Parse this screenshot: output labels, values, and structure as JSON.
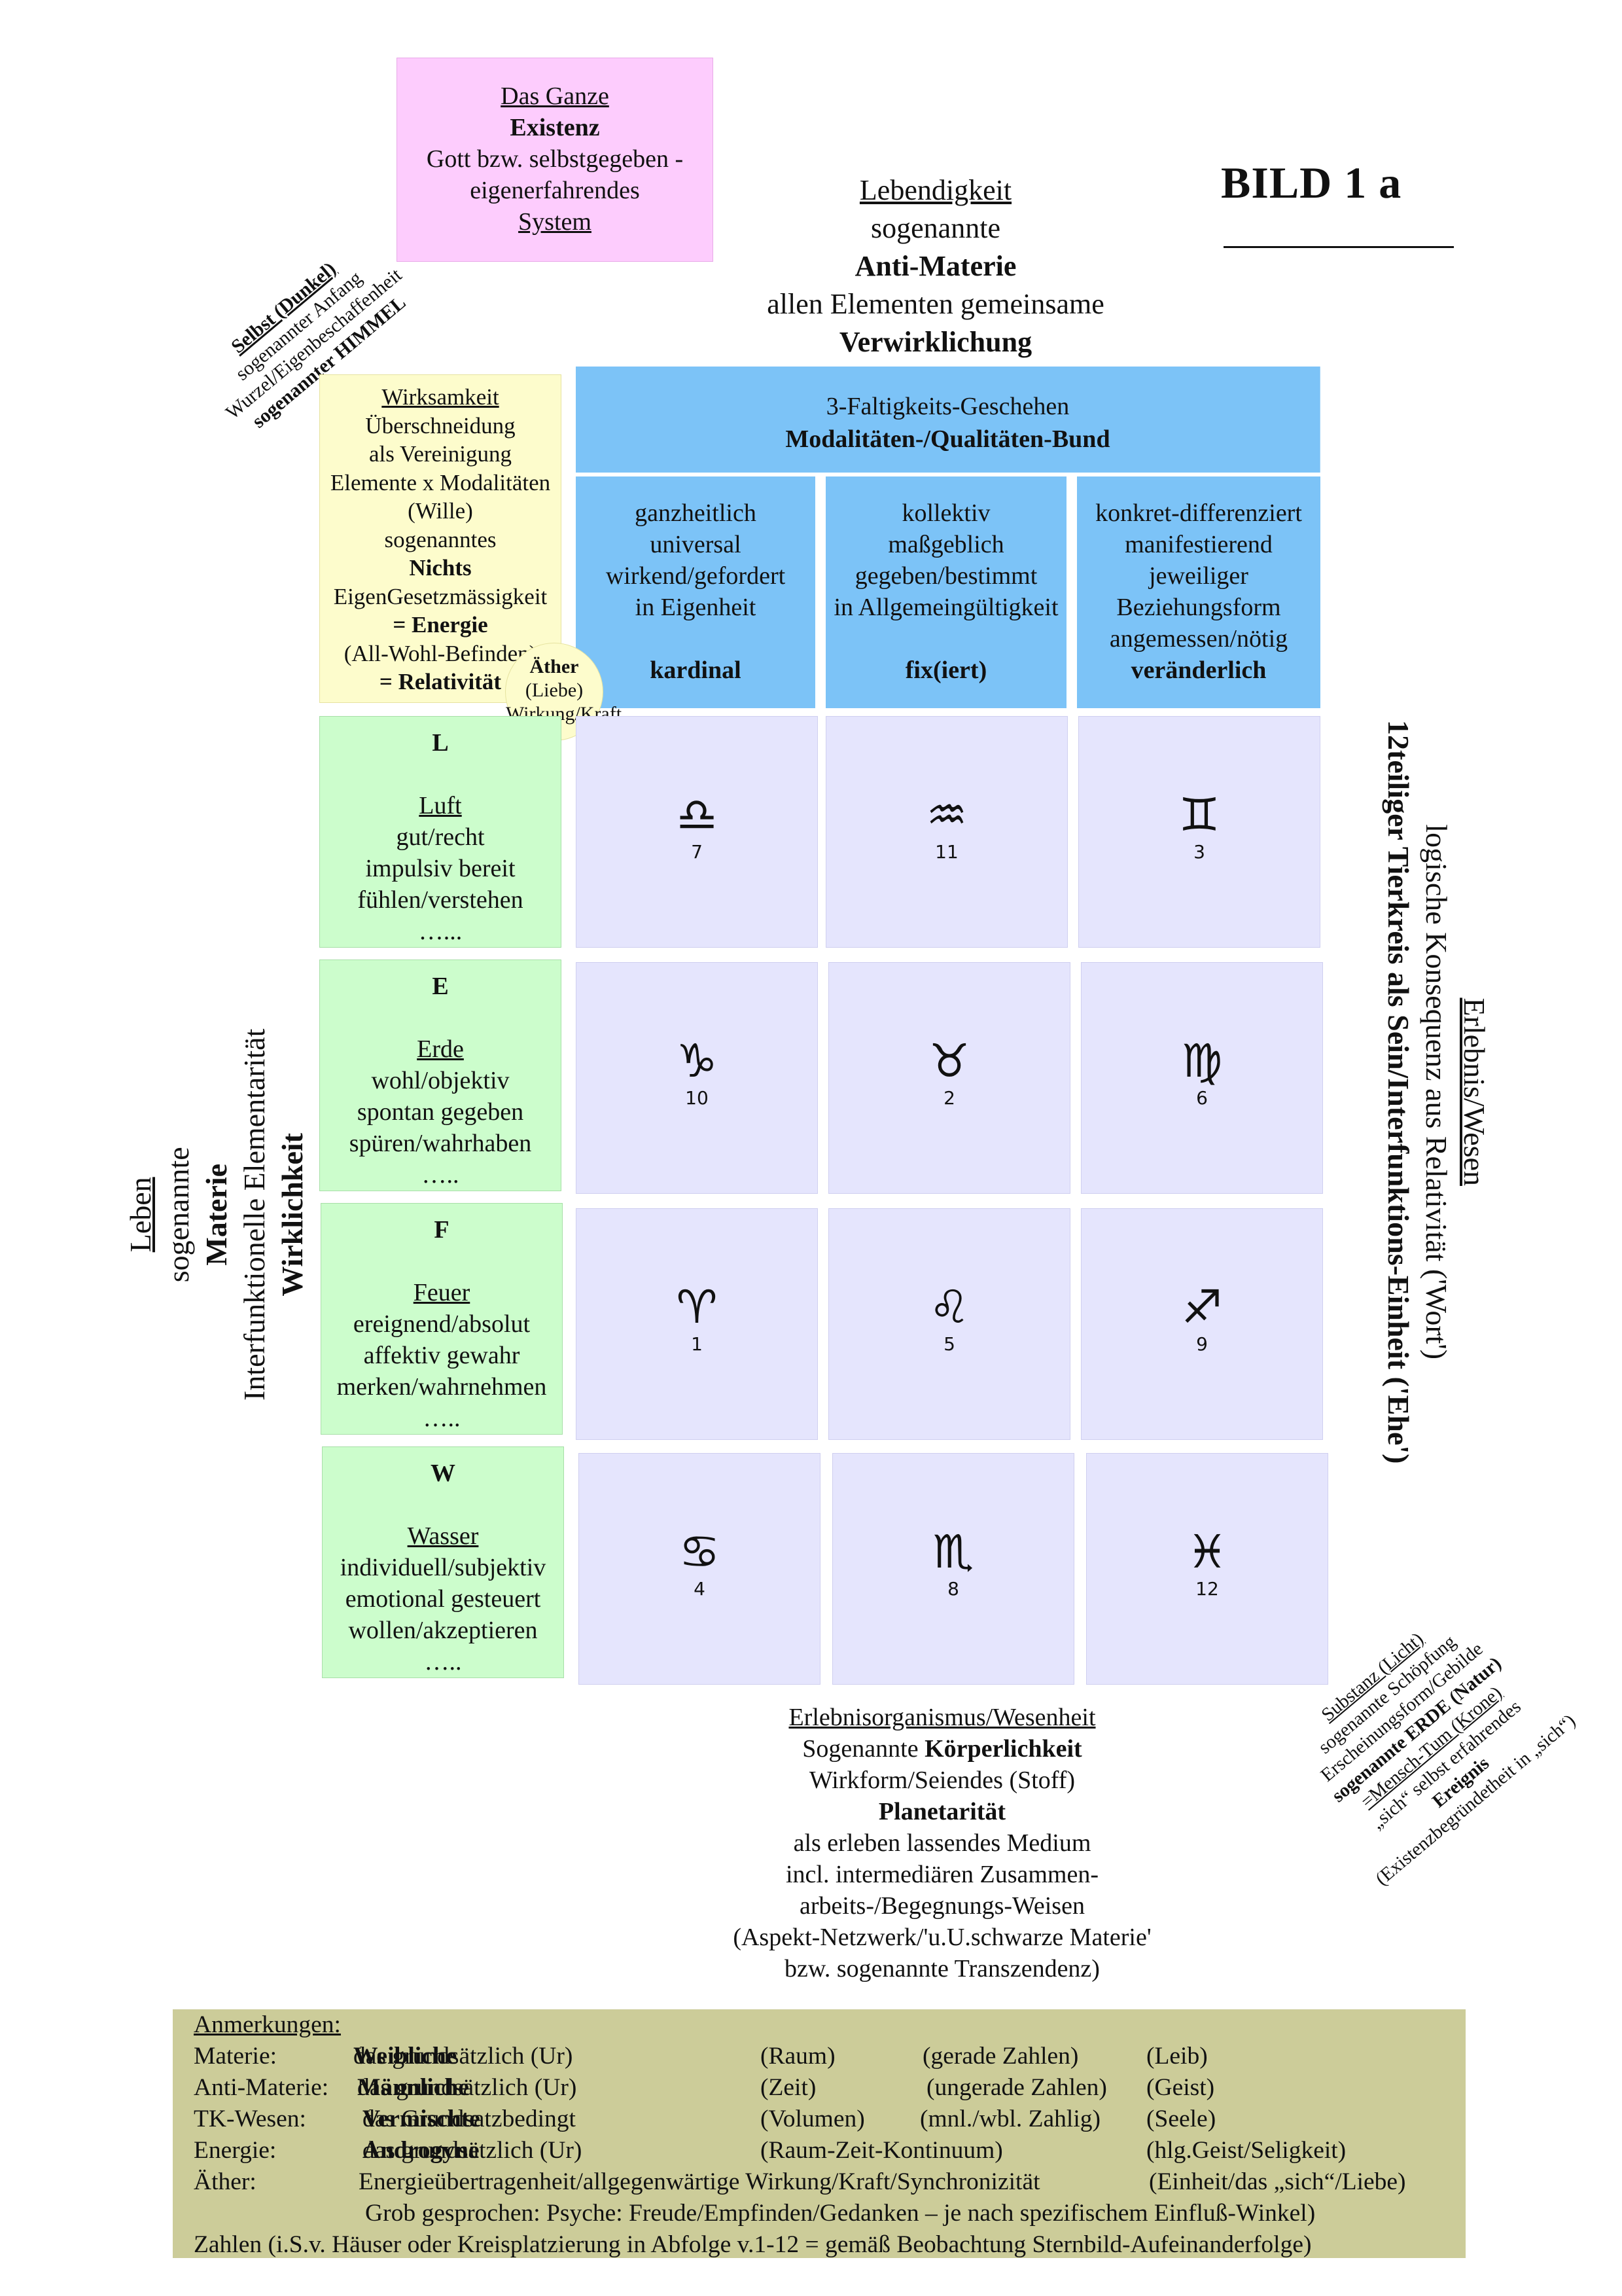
{
  "title": "BILD  1 a",
  "ganze": {
    "line1": "Das Ganze",
    "line2": "Existenz",
    "line3": "Gott bzw. selbstgegeben -",
    "line4": "eigenerfahrendes",
    "line5": "System"
  },
  "top_center": {
    "line1": "Lebendigkeit",
    "line2": "sogenannte",
    "line3": "Anti-Materie",
    "line4": "allen Elementen gemeinsame",
    "line5": "Verwirklichung"
  },
  "diag_tl": {
    "line1": "Selbst (Dunkel)",
    "line2": "sogenannter Anfang",
    "line3": "Wurzel/Eigenbeschaffenheit",
    "line4": "sogenannter HIMMEL",
    "eq": "="
  },
  "header": {
    "line1": "3-Faltigkeits-Geschehen",
    "line2": "Modalitäten-/Qualitäten-Bund"
  },
  "modalities": [
    {
      "lines": [
        "ganzheitlich",
        "universal",
        "wirkend/gefordert",
        "in Eigenheit"
      ],
      "keyword": "kardinal"
    },
    {
      "lines": [
        "kollektiv",
        "maßgeblich",
        "gegeben/bestimmt",
        "in Allgemeingültigkeit"
      ],
      "keyword": "fix(iert)"
    },
    {
      "lines": [
        "konkret-differenziert",
        "manifestierend",
        "jeweiliger",
        "Beziehungsform",
        "angemessen/nötig"
      ],
      "keyword": "veränderlich"
    }
  ],
  "yellow": {
    "l1": "Wirksamkeit",
    "l2": "Überschneidung",
    "l3": "als Vereinigung",
    "l4": "Elemente x Modalitäten",
    "l5": "(Wille)",
    "l6": "sogenanntes",
    "l7": "Nichts",
    "l8": "EigenGesetzmässigkeit",
    "l9": "= Energie",
    "l10": "(All-Wohl-Befinden)",
    "l11": "= Relativität"
  },
  "aether": {
    "l1": "Äther",
    "l2": "(Liebe)",
    "l3": "Wirkung/Kraft"
  },
  "elements": [
    {
      "letter": "L",
      "name": "Luft",
      "lines": [
        "gut/recht",
        "impulsiv bereit",
        "fühlen/verstehen",
        "…..."
      ]
    },
    {
      "letter": "E",
      "name": "Erde",
      "lines": [
        "wohl/objektiv",
        "spontan gegeben",
        "spüren/wahrhaben",
        "….."
      ]
    },
    {
      "letter": "F",
      "name": "Feuer",
      "lines": [
        "ereignend/absolut",
        "affektiv gewahr",
        "merken/wahrnehmen",
        "….."
      ]
    },
    {
      "letter": "W",
      "name": "Wasser",
      "lines": [
        "individuell/subjektiv",
        "emotional gesteuert",
        "wollen/akzeptieren",
        "….."
      ]
    }
  ],
  "zodiac": [
    [
      {
        "sign": "libra-icon",
        "glyph": "♎",
        "num": "7"
      },
      {
        "sign": "aquarius-icon",
        "glyph": "♒",
        "num": "11"
      },
      {
        "sign": "gemini-icon",
        "glyph": "♊",
        "num": "3"
      }
    ],
    [
      {
        "sign": "capricorn-icon",
        "glyph": "♑",
        "num": "10"
      },
      {
        "sign": "taurus-icon",
        "glyph": "♉",
        "num": "2"
      },
      {
        "sign": "virgo-icon",
        "glyph": "♍",
        "num": "6"
      }
    ],
    [
      {
        "sign": "aries-icon",
        "glyph": "♈",
        "num": "1"
      },
      {
        "sign": "leo-icon",
        "glyph": "♌",
        "num": "5"
      },
      {
        "sign": "sagittarius-icon",
        "glyph": "♐",
        "num": "9"
      }
    ],
    [
      {
        "sign": "cancer-icon",
        "glyph": "♋",
        "num": "4"
      },
      {
        "sign": "scorpio-icon",
        "glyph": "♏",
        "num": "8"
      },
      {
        "sign": "pisces-icon",
        "glyph": "♓",
        "num": "12"
      }
    ]
  ],
  "left_vert": {
    "l1": "Leben",
    "l2": "sogenannte",
    "l3": "Materie",
    "l4": "Interfunktionelle Elementarität",
    "l5": "Wirklichkeit"
  },
  "right_vert": {
    "l1": "Erlebnis/Wesen",
    "l2": "logische Konsequenz aus Relativität ('Wort')",
    "l3": "12teiliger Tierkreis als Sein/Interfunktions-Einheit ('Ehe')"
  },
  "bottom_center": {
    "l1": "Erlebnisorganismus/Wesenheit",
    "l2a": "Sogenannte ",
    "l2b": "Körperlichkeit",
    "l3": "Wirkform/Seiendes (Stoff)",
    "l4": "Planetarität",
    "l5": "als erleben lassendes Medium",
    "l6": "incl. intermediären Zusammen-",
    "l7": "arbeits-/Begegnungs-Weisen",
    "l8": "(Aspekt-Netzwerk/'u.U.schwarze Materie'",
    "l9": "bzw. sogenannte Transzendenz)"
  },
  "diag_br": {
    "l1": "Substanz (Licht)",
    "l2": "sogenannte Schöpfung",
    "l3": "Erscheinungsform/Gebilde",
    "l4": "sogenannte ERDE (Natur)",
    "l5": "=Mensch-Tum (Krone)",
    "l6": "„sich“ selbst erfahrendes",
    "l7": "Ereignis",
    "l8": "(Existenzbegründetheit in „sich“)"
  },
  "notes": {
    "heading": "Anmerkungen:",
    "rows": [
      {
        "label": "Materie:",
        "pre": "das grundsätzlich (Ur) ",
        "bold": "Weibliche",
        "c3": "(Raum)",
        "c4": "(gerade Zahlen)",
        "c5": "(Leib)"
      },
      {
        "label": "Anti-Materie:",
        "pre": "das grundsätzlich (Ur) ",
        "bold": "Männliche",
        "c3": "(Zeit)",
        "c4": "(ungerade Zahlen)",
        "c5": "(Geist)"
      },
      {
        "label": "TK-Wesen:",
        "pre": "das Grundsatzbedingt ",
        "bold": "Vermischte",
        "c3": "(Volumen)",
        "c4": "(mnl./wbl. Zahlig)",
        "c5": "(Seele)"
      },
      {
        "label": "Energie:",
        "pre": "das grundsätzlich (Ur) ",
        "bold": "Androgyne",
        "c3": "(Raum-Zeit-Kontinuum)",
        "c4": "",
        "c5": "(hlg.Geist/Seligkeit)"
      }
    ],
    "aether_label": "Äther:",
    "aether_text": "Energieübertragenheit/allgegenwärtige Wirkung/Kraft/Synchronizität",
    "aether_c5": "(Einheit/das „sich“/Liebe)",
    "psyche": "Grob gesprochen: Psyche: Freude/Empfinden/Gedanken – je nach spezifischem Einfluß-Winkel)",
    "zahlen": "Zahlen (i.S.v. Häuser oder Kreisplatzierung in Abfolge v.1-12 = gemäß Beobachtung Sternbild-Aufeinanderfolge)"
  },
  "colors": {
    "pink": "#fdccfd",
    "blue": "#7cc3f7",
    "yellow": "#fdfccc",
    "green": "#ccfdcc",
    "purple": "#e5e5fd",
    "olive": "#cccc99"
  }
}
